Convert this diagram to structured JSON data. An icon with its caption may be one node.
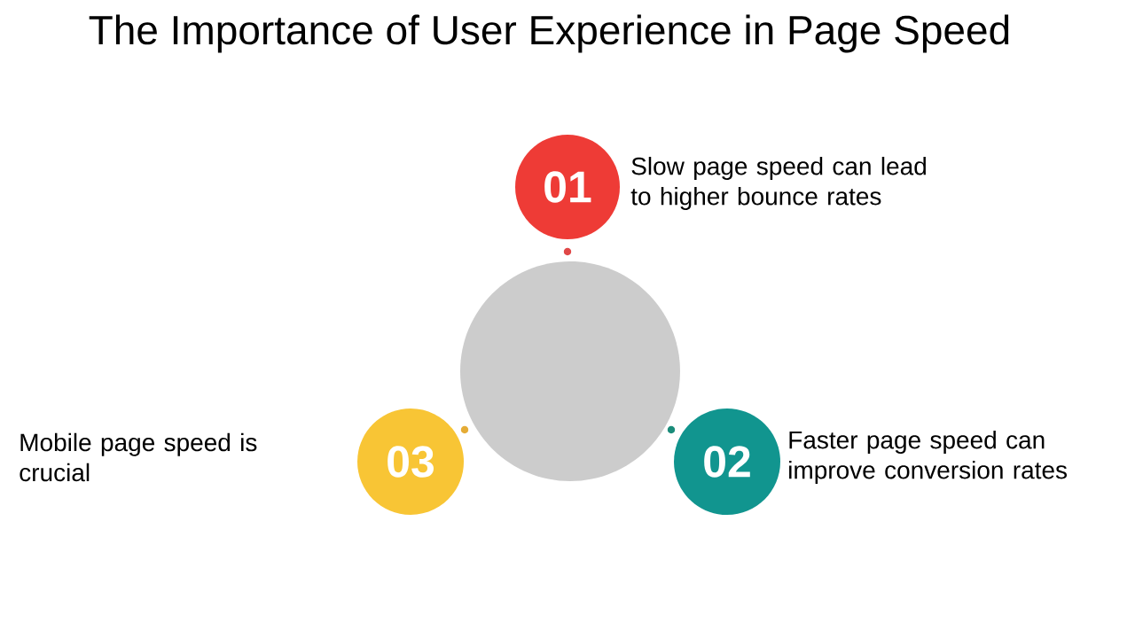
{
  "diagram": {
    "title": "The Importance of User Experience in Page Speed",
    "nodes": [
      {
        "text": [
          "01"
        ],
        "beside": [
          "Slow page speed can lead to higher bounce rates"
        ]
      },
      {
        "text": [
          "02"
        ],
        "beside": [
          "Faster page speed can improve conversion rates"
        ]
      },
      {
        "text": [
          "03"
        ]
      },
      {
        "text": [],
        "shape": "circle"
      }
    ],
    "labels": [
      "Mobile page speed is crucial"
    ]
  }
}
